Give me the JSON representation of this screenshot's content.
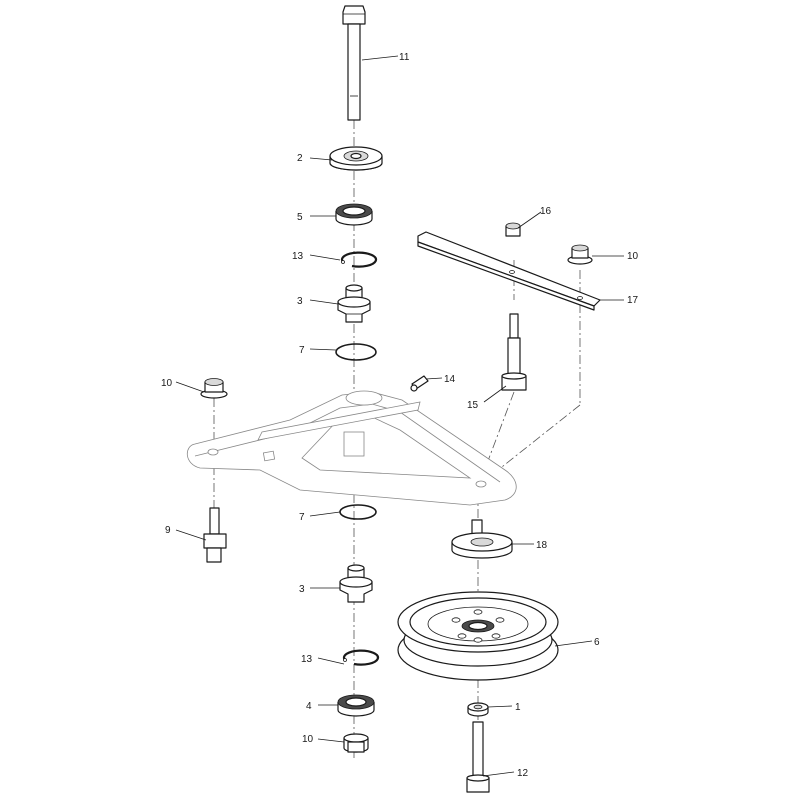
{
  "callouts": {
    "c1": "1",
    "c2": "2",
    "c3a": "3",
    "c3b": "3",
    "c4": "4",
    "c5": "5",
    "c6": "6",
    "c7a": "7",
    "c7b": "7",
    "c9": "9",
    "c10a": "10",
    "c10b": "10",
    "c10c": "10",
    "c11": "11",
    "c12": "12",
    "c13a": "13",
    "c13b": "13",
    "c14": "14",
    "c15": "15",
    "c16": "16",
    "c17": "17",
    "c18": "18"
  }
}
